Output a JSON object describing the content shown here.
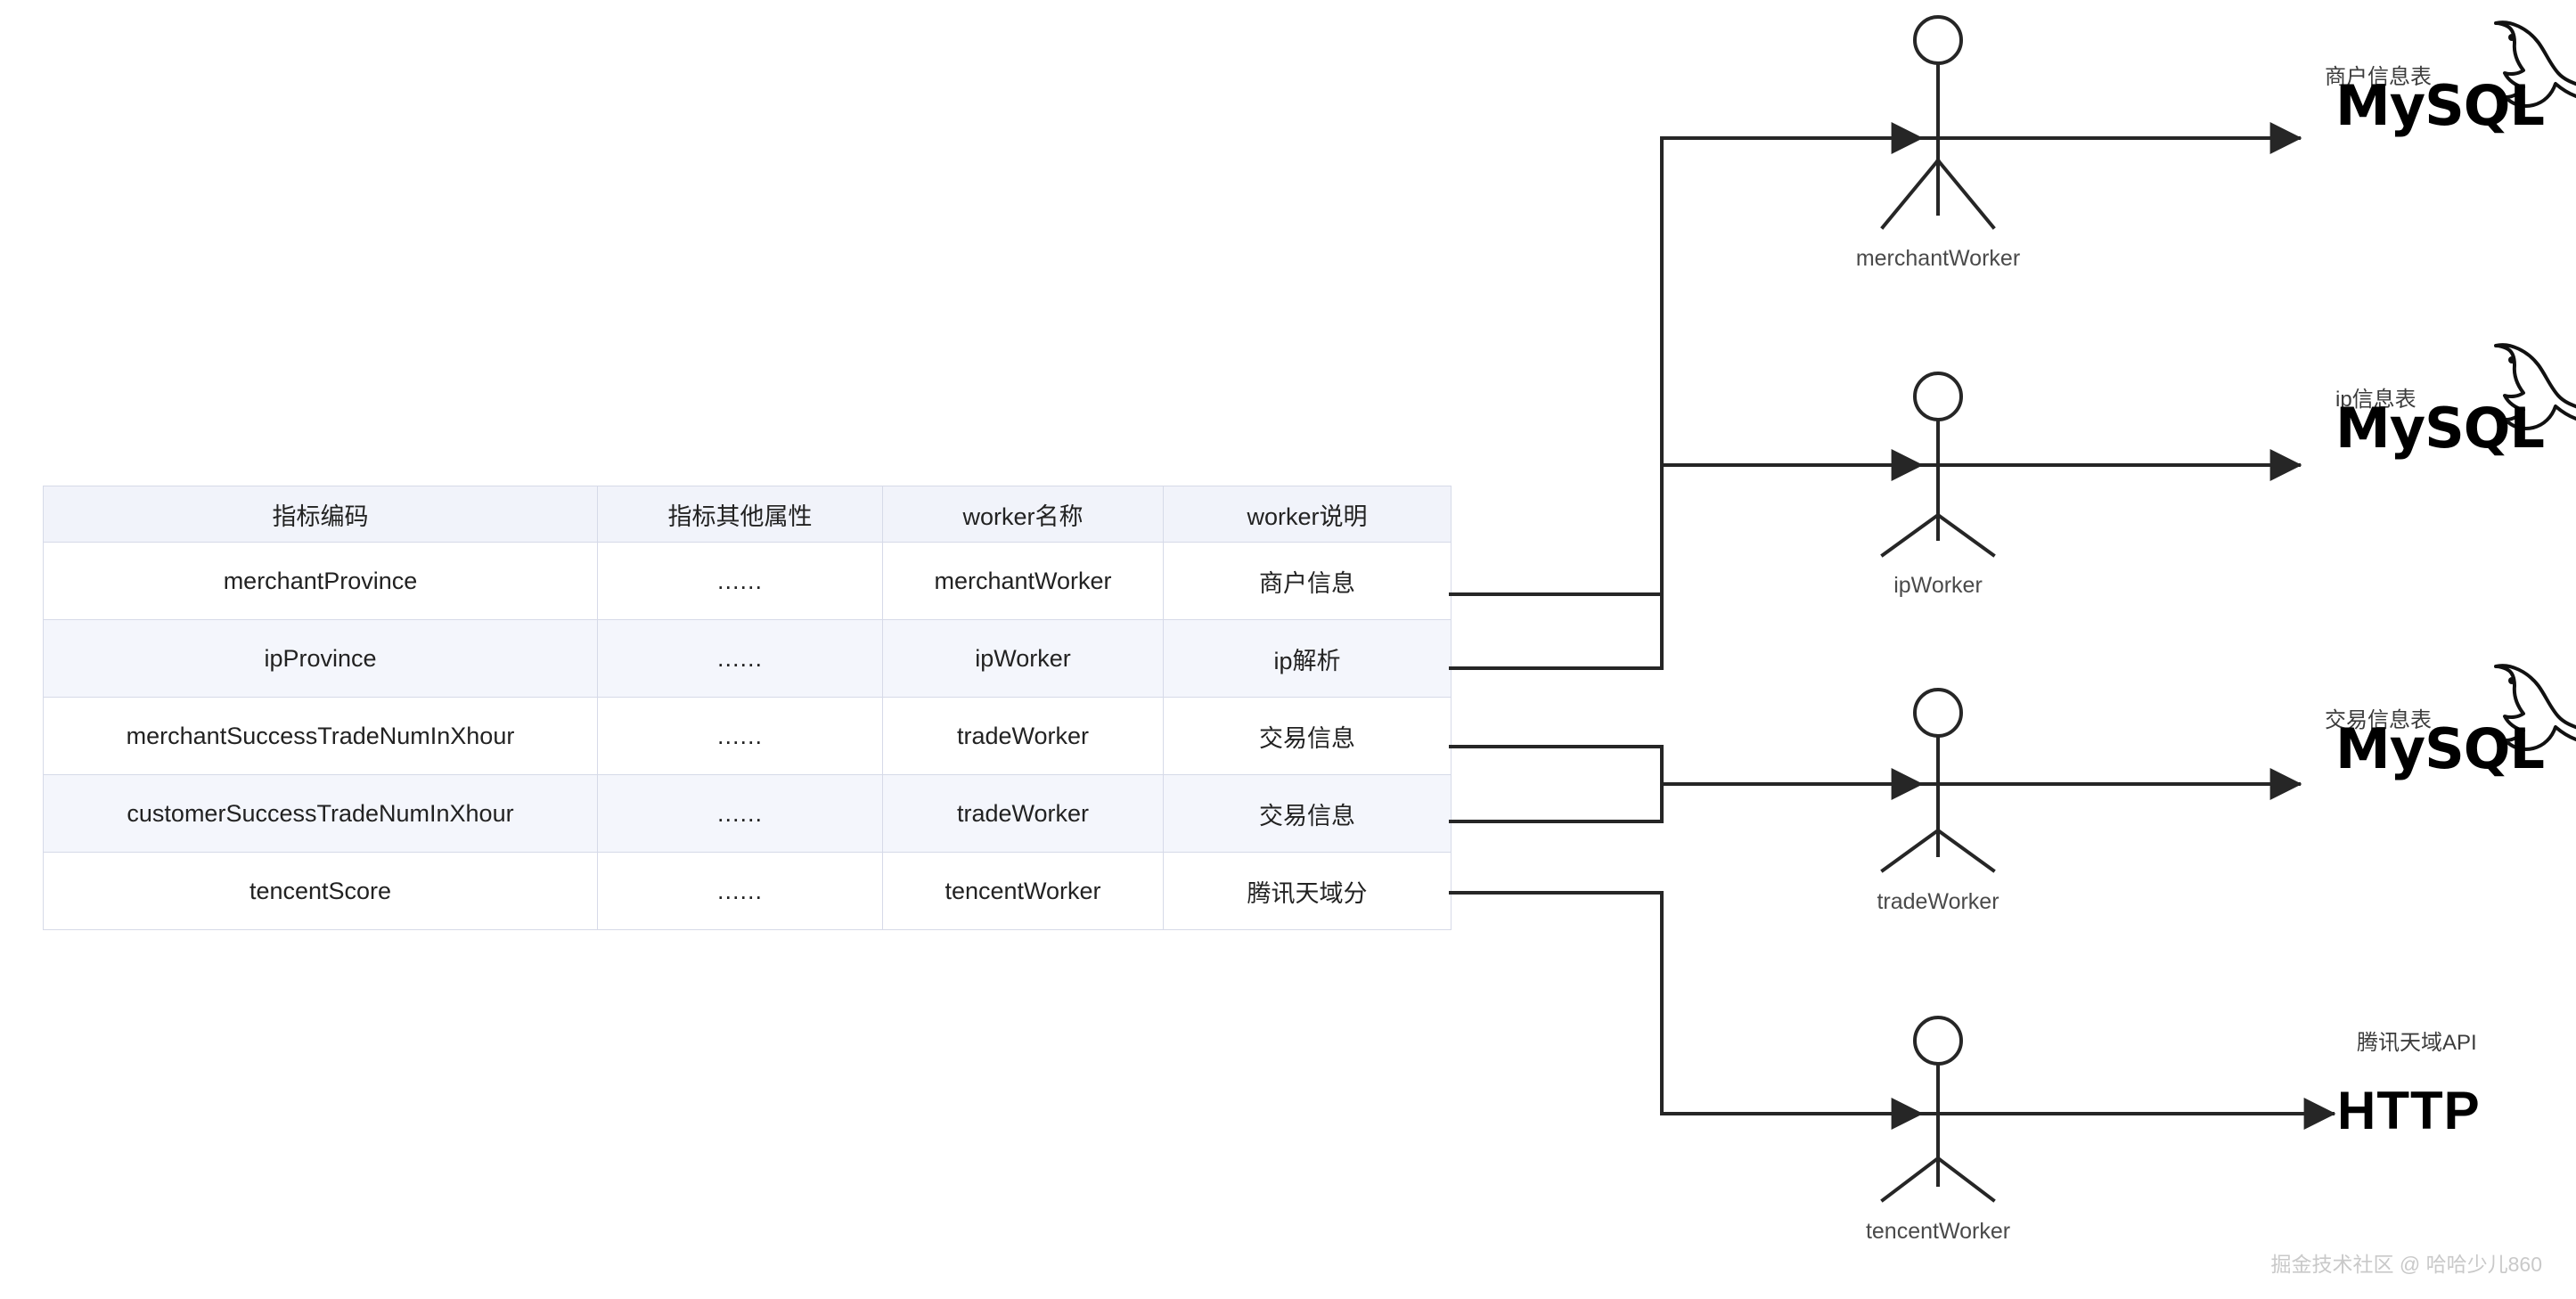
{
  "table": {
    "name": "indicator-worker-mapping-table",
    "headers": [
      "指标编码",
      "指标其他属性",
      "worker名称",
      "worker说明"
    ],
    "rows": [
      {
        "code": "merchantProvince",
        "attrs": "......",
        "worker": "merchantWorker",
        "desc": "商户信息"
      },
      {
        "code": "ipProvince",
        "attrs": "......",
        "worker": "ipWorker",
        "desc": "ip解析"
      },
      {
        "code": "merchantSuccessTradeNumInXhour",
        "attrs": "......",
        "worker": "tradeWorker",
        "desc": "交易信息"
      },
      {
        "code": "customerSuccessTradeNumInXhour",
        "attrs": "......",
        "worker": "tradeWorker",
        "desc": "交易信息"
      },
      {
        "code": "tencentScore",
        "attrs": "......",
        "worker": "tencentWorker",
        "desc": "腾讯天域分"
      }
    ]
  },
  "actors": [
    {
      "label": "merchantWorker"
    },
    {
      "label": "ipWorker"
    },
    {
      "label": "tradeWorker"
    },
    {
      "label": "tencentWorker"
    }
  ],
  "endpoints": [
    {
      "caption": "商户信息表",
      "wordmark": "MySQL",
      "icon": "mysql-dolphin-icon"
    },
    {
      "caption": "ip信息表",
      "wordmark": "MySQL",
      "icon": "mysql-dolphin-icon"
    },
    {
      "caption": "交易信息表",
      "wordmark": "MySQL",
      "icon": "mysql-dolphin-icon"
    },
    {
      "caption": "腾讯天域API",
      "wordmark": "HTTP",
      "icon": "http-label-icon"
    }
  ],
  "watermark": "掘金技术社区 @ 哈哈少儿860",
  "colors": {
    "stroke": "#262626",
    "table_border": "#d6dae8",
    "header_bg": "#f1f3fa",
    "row_alt_bg": "#f4f6fc",
    "label_text": "#4a4a4a",
    "watermark": "#c9c9c9"
  }
}
